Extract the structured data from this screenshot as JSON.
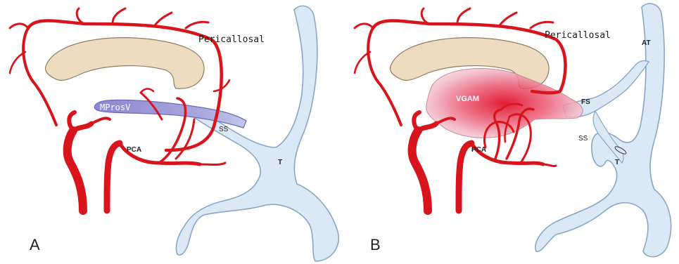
{
  "panels": [
    {
      "id": "A",
      "panel_label": "A",
      "labels": {
        "pericallosal": "Pericallosal",
        "mprosv": "MProsV",
        "ss": "SS",
        "pca": "PCA",
        "t": "T"
      }
    },
    {
      "id": "B",
      "panel_label": "B",
      "labels": {
        "pericallosal": "Pericallosal",
        "vgam": "VGAM",
        "at": "AT",
        "fs": "FS",
        "ss": "SS",
        "pca": "PCA",
        "t": "T"
      }
    }
  ],
  "colors": {
    "artery": "#d8141c",
    "artery_dark": "#a80c12",
    "vein_fill": "#dbe9f7",
    "vein_stroke": "#8aa6c4",
    "corpus_callosum": "#eddcbf",
    "prosencephalic_vein": "#8b86cf",
    "malformation": "#e34d60"
  }
}
